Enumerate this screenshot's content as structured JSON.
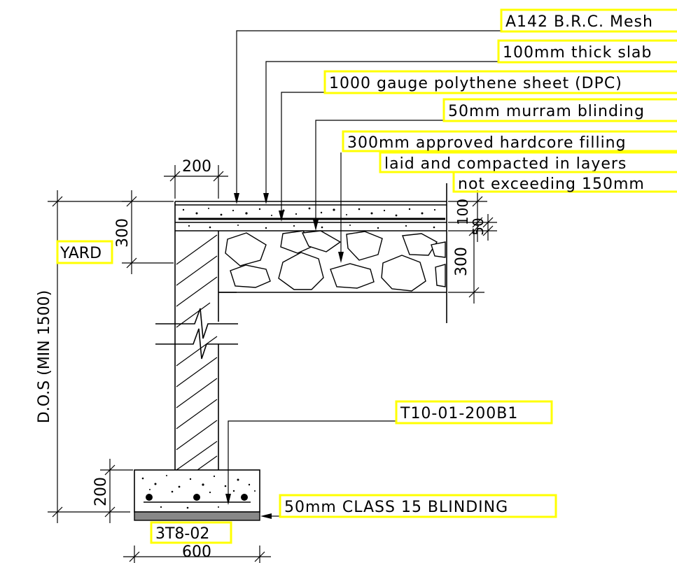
{
  "callouts": {
    "mesh": "A142 B.R.C. Mesh",
    "slab": "100mm thick slab",
    "dpc": "1000 gauge polythene sheet (DPC)",
    "murram": "50mm murram blinding",
    "hardcore_1": "300mm approved hardcore filling",
    "hardcore_2": "laid and compacted in layers",
    "hardcore_3": "not exceeding 150mm",
    "bar": "T10-01-200B1",
    "blinding": "50mm CLASS 15 BLINDING",
    "footing_bars": "3T8-02",
    "yard": "YARD"
  },
  "dimensions": {
    "wall_thickness": "200",
    "slab_thickness": "100",
    "murram": "50",
    "hardcore": "300",
    "above_ground": "300",
    "depth_of_strip": "D.O.S (MIN 1500)",
    "footing_depth": "200",
    "footing_width": "600"
  },
  "colors": {
    "label_box": "#ffff00",
    "line": "#000000"
  }
}
